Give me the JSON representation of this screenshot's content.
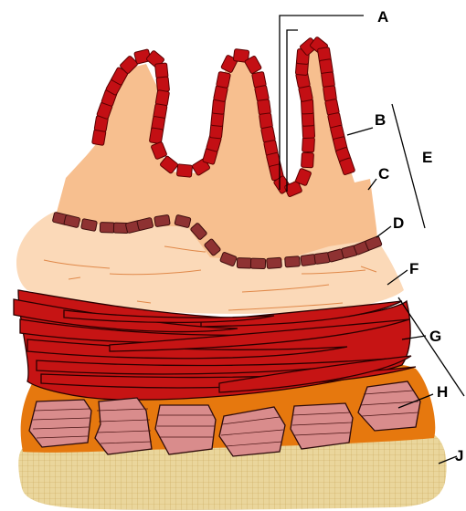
{
  "labels": {
    "A": "A",
    "B": "B",
    "C": "C",
    "D": "D",
    "E": "E",
    "F": "F",
    "G": "G",
    "H": "H",
    "J": "J"
  },
  "colors": {
    "epithelium_cells": "#c30f14",
    "lamina_propria": "#f7bf8f",
    "basement_cells": "#8e3232",
    "submucosa": "#fbd9b8",
    "muscle": "#c61414",
    "outer_layer": "#e6780e",
    "glands": "#d98c8c",
    "base_tissue": "#e8d49a"
  }
}
